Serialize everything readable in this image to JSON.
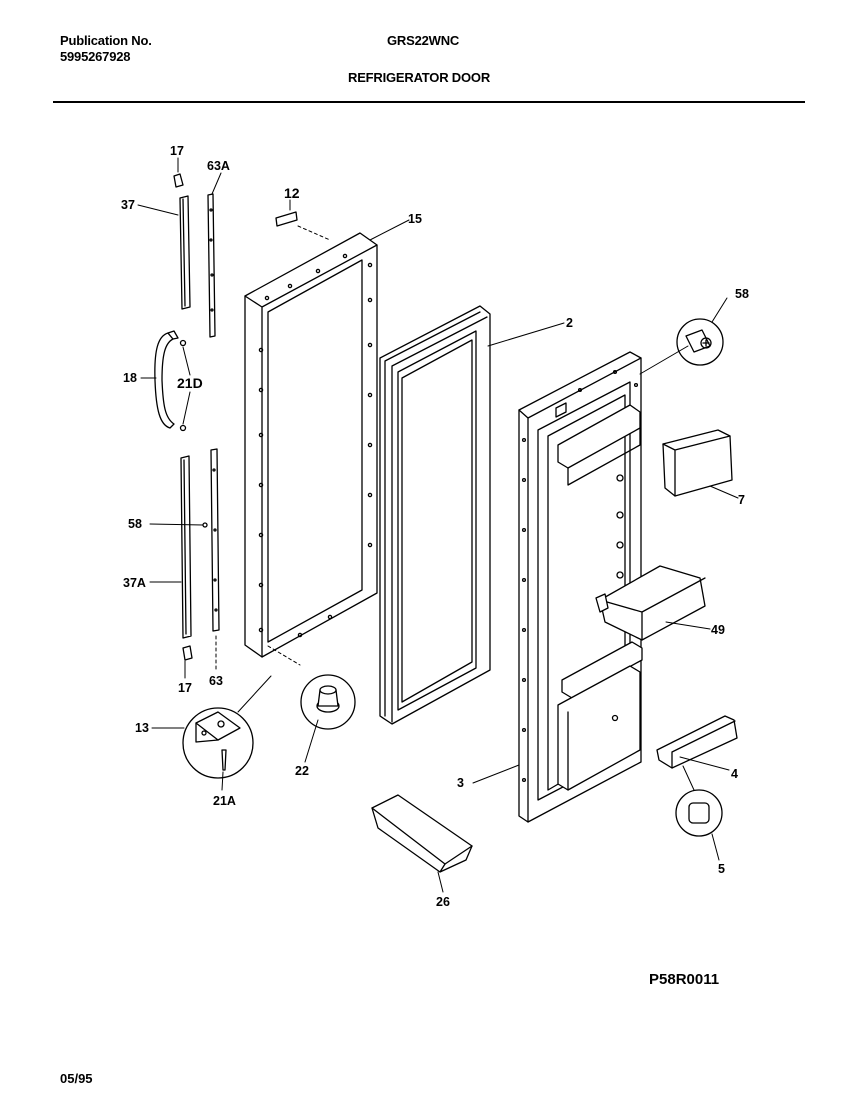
{
  "header": {
    "publication_label": "Publication No.",
    "publication_number": "5995267928",
    "model": "GRS22WNC",
    "title": "REFRIGERATOR DOOR"
  },
  "footer": {
    "diagram_code": "P58R0011",
    "date": "05/95"
  },
  "callouts": {
    "p17a": "17",
    "p63a": "63A",
    "p37": "37",
    "p12": "12",
    "p15": "15",
    "p58a": "58",
    "p2": "2",
    "p18": "18",
    "p21d": "21D",
    "p7": "7",
    "p58b": "58",
    "p37a": "37A",
    "p49": "49",
    "p17b": "17",
    "p63": "63",
    "p13": "13",
    "p22": "22",
    "p4": "4",
    "p3": "3",
    "p21a": "21A",
    "p5": "5",
    "p26": "26"
  }
}
